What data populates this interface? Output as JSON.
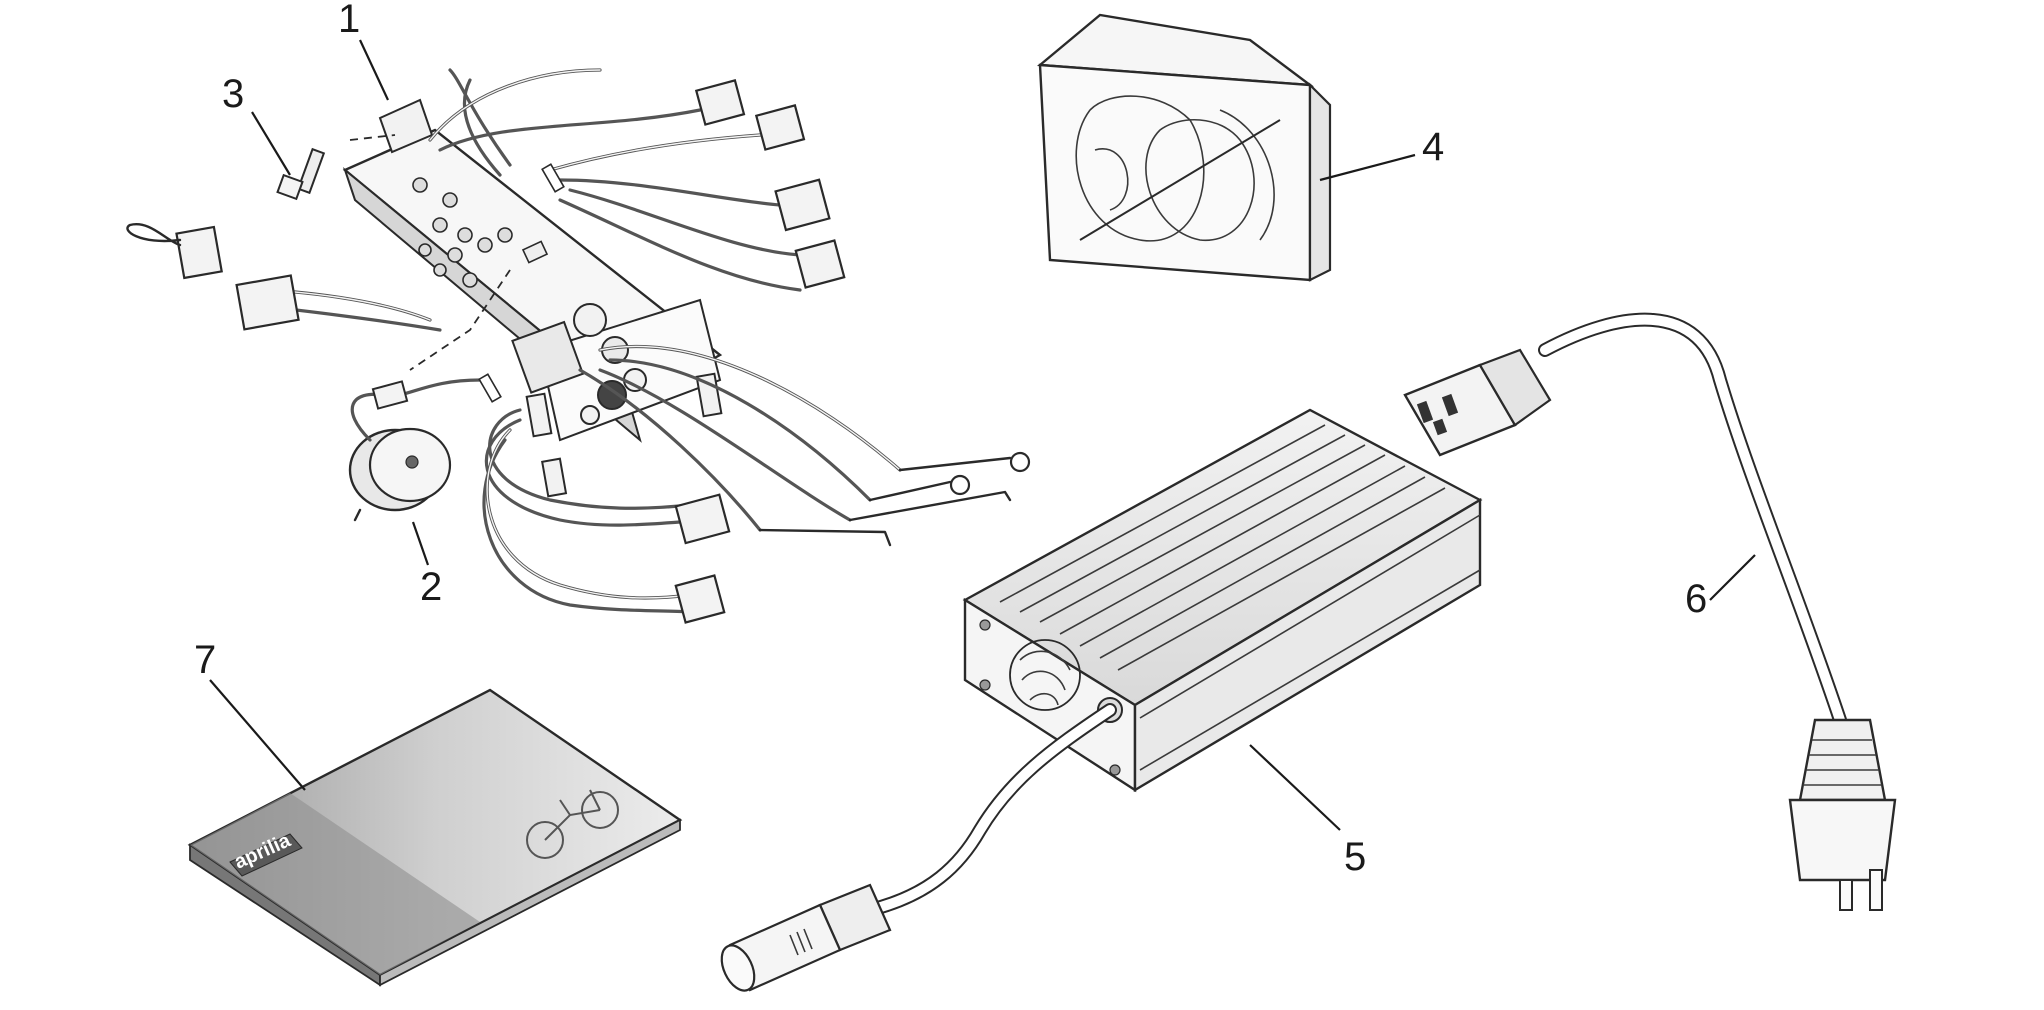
{
  "diagram": {
    "callouts": [
      {
        "id": "1",
        "label": "1",
        "name": "control-unit-with-wiring"
      },
      {
        "id": "2",
        "label": "2",
        "name": "buzzer"
      },
      {
        "id": "3",
        "label": "3",
        "name": "screw"
      },
      {
        "id": "4",
        "label": "4",
        "name": "sticker-kit"
      },
      {
        "id": "5",
        "label": "5",
        "name": "battery-charger"
      },
      {
        "id": "6",
        "label": "6",
        "name": "mains-power-cable"
      },
      {
        "id": "7",
        "label": "7",
        "name": "owner-manual"
      }
    ],
    "manual_brand": "aprilia"
  }
}
